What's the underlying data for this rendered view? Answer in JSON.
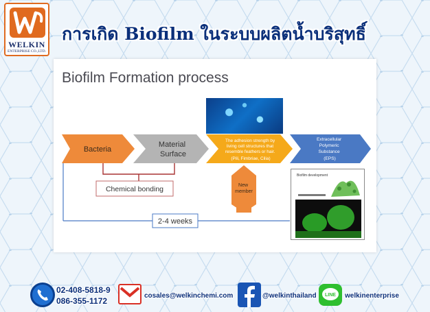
{
  "brand": {
    "name": "WELKIN",
    "subtitle": "ENTERPRISE CO.,LTD.",
    "accent": "#e06a1f",
    "navy": "#1b2f6b"
  },
  "headline": "การเกิด Biofilm ในระบบผลิตน้ำบริสุทธิ์",
  "slide": {
    "title": "Biofilm Formation process",
    "steps": [
      {
        "label_lines": [
          "Bacteria"
        ],
        "color": "#ee8a3a"
      },
      {
        "label_lines": [
          "Material",
          "Surface"
        ],
        "color": "#b4b4b4"
      },
      {
        "label_lines": [
          "The adhesion strength by",
          "living cell structures that",
          "resemble feathers or hair.",
          "(Pili, Fimbriae, Cilia)"
        ],
        "color": "#f5a91a"
      },
      {
        "label_lines": [
          "Extracellular",
          "Polymeric",
          "Substance",
          "(EPS)"
        ],
        "color": "#4a79c4"
      }
    ],
    "chemical_bonding": "Chemical bonding",
    "new_member_lines": [
      "New",
      "member"
    ],
    "duration": "2-4 weeks",
    "micro_caption": "Biofilm development"
  },
  "contacts": {
    "phone1": "02-408-5818-9",
    "phone2": "086-355-1172",
    "email": "cosales@welkinchemi.com",
    "facebook": "@welkinthailand",
    "line": "welkinenterprise"
  },
  "icons": {
    "phone": "phone-icon",
    "email": "gmail-icon",
    "facebook": "facebook-icon",
    "line": "line-icon"
  }
}
